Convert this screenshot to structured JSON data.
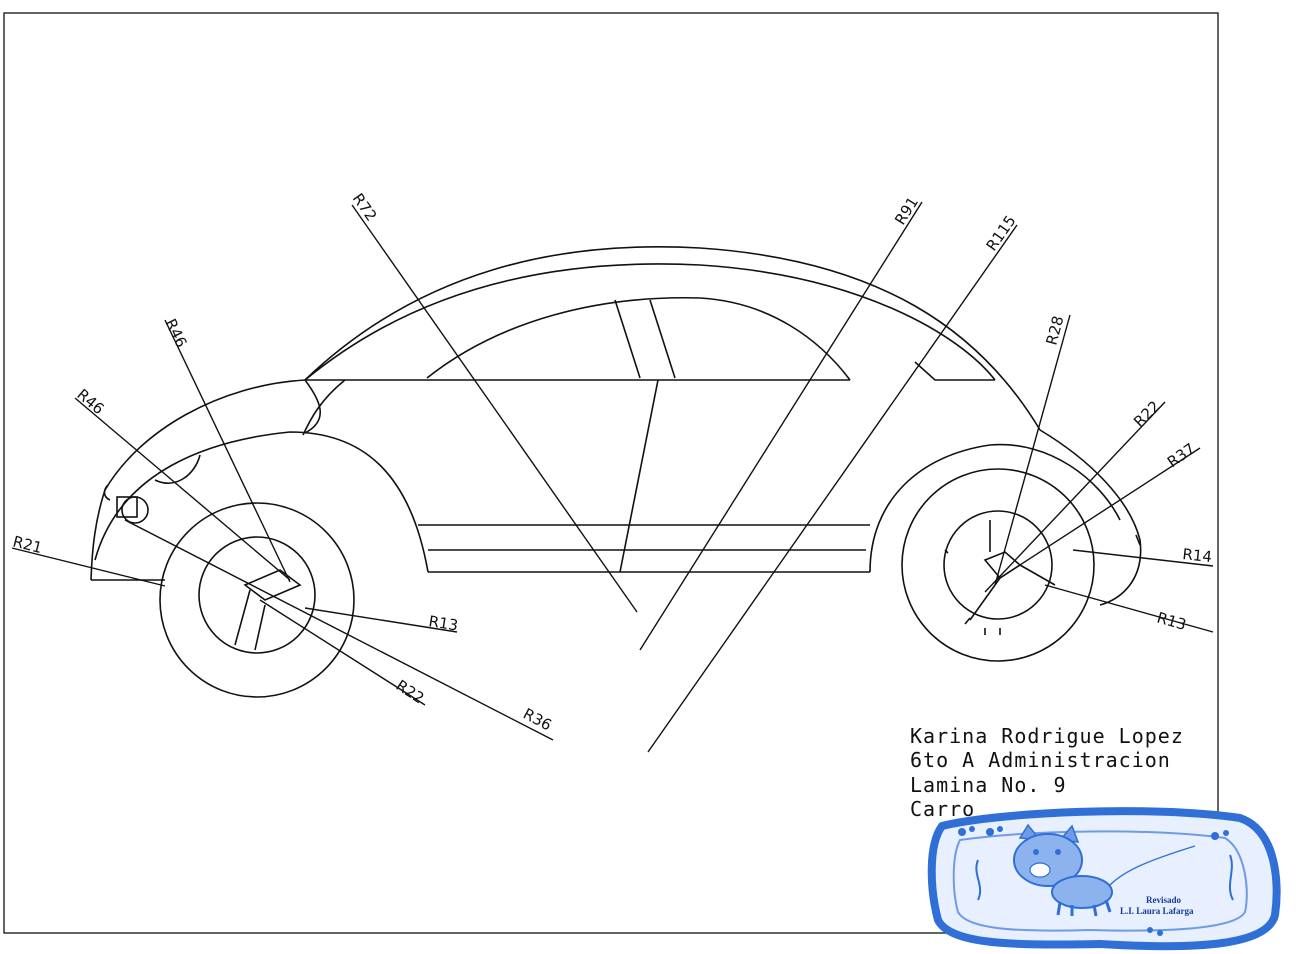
{
  "title_block": {
    "line1": "Karina Rodrigue Lopez",
    "line2": "6to A Administracion",
    "line3": "Lamina No. 9",
    "line4": "Carro"
  },
  "stamp": {
    "line1": "Revisado",
    "line2": "L.I. Laura Lafarga",
    "color": "#2f6fd6"
  },
  "dimensions": {
    "r72": "R72",
    "r91": "R91",
    "r115": "R115",
    "r46_upper": "R46",
    "r46_left": "R46",
    "r21": "R21",
    "r13_front": "R13",
    "r22_front": "R22",
    "r36": "R36",
    "r28": "R28",
    "r22_rear": "R22",
    "r37": "R37",
    "r14": "R14",
    "r13_rear": "R13"
  },
  "colors": {
    "line": "#111111",
    "stamp": "#2f6fd6",
    "border": "#222222"
  }
}
